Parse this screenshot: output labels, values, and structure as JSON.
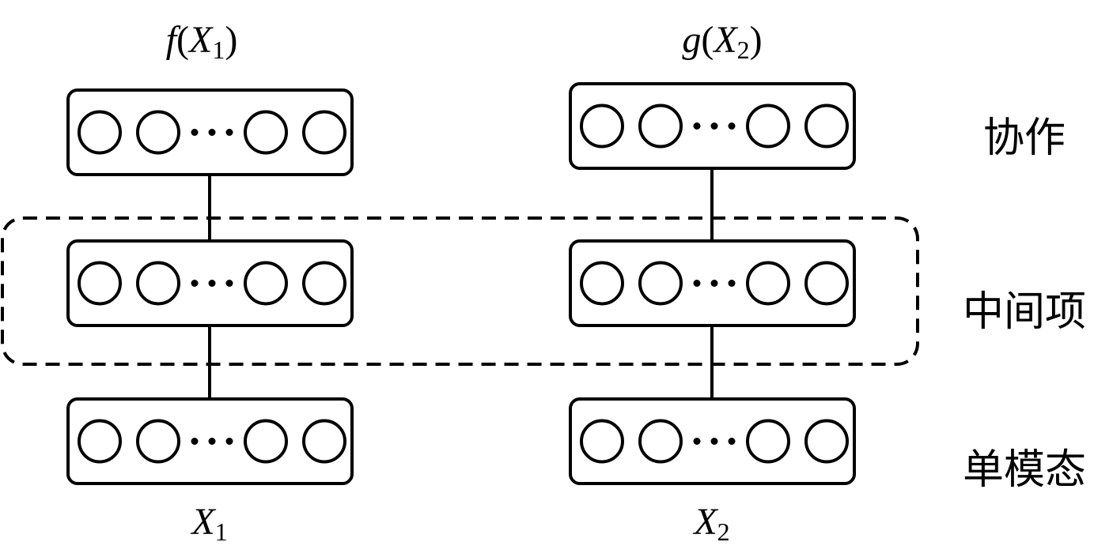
{
  "diagram": {
    "columns": [
      {
        "id": "left",
        "output_label": {
          "func": "f",
          "var": "X",
          "sub": "1"
        },
        "input_label": {
          "var": "X",
          "sub": "1"
        },
        "node_groups": 3,
        "nodes_per_layer": [
          "○",
          "○",
          "⋯",
          "○",
          "○"
        ]
      },
      {
        "id": "right",
        "output_label": {
          "func": "g",
          "var": "X",
          "sub": "2"
        },
        "input_label": {
          "var": "X",
          "sub": "2"
        },
        "node_groups": 3,
        "nodes_per_layer": [
          "○",
          "○",
          "⋯",
          "○",
          "○"
        ]
      }
    ],
    "layer_labels": {
      "top": "协作",
      "middle": "中间项",
      "bottom": "单模态"
    },
    "grouped_layer": "middle",
    "colors": {
      "stroke": "#000000",
      "background": "#ffffff"
    }
  }
}
